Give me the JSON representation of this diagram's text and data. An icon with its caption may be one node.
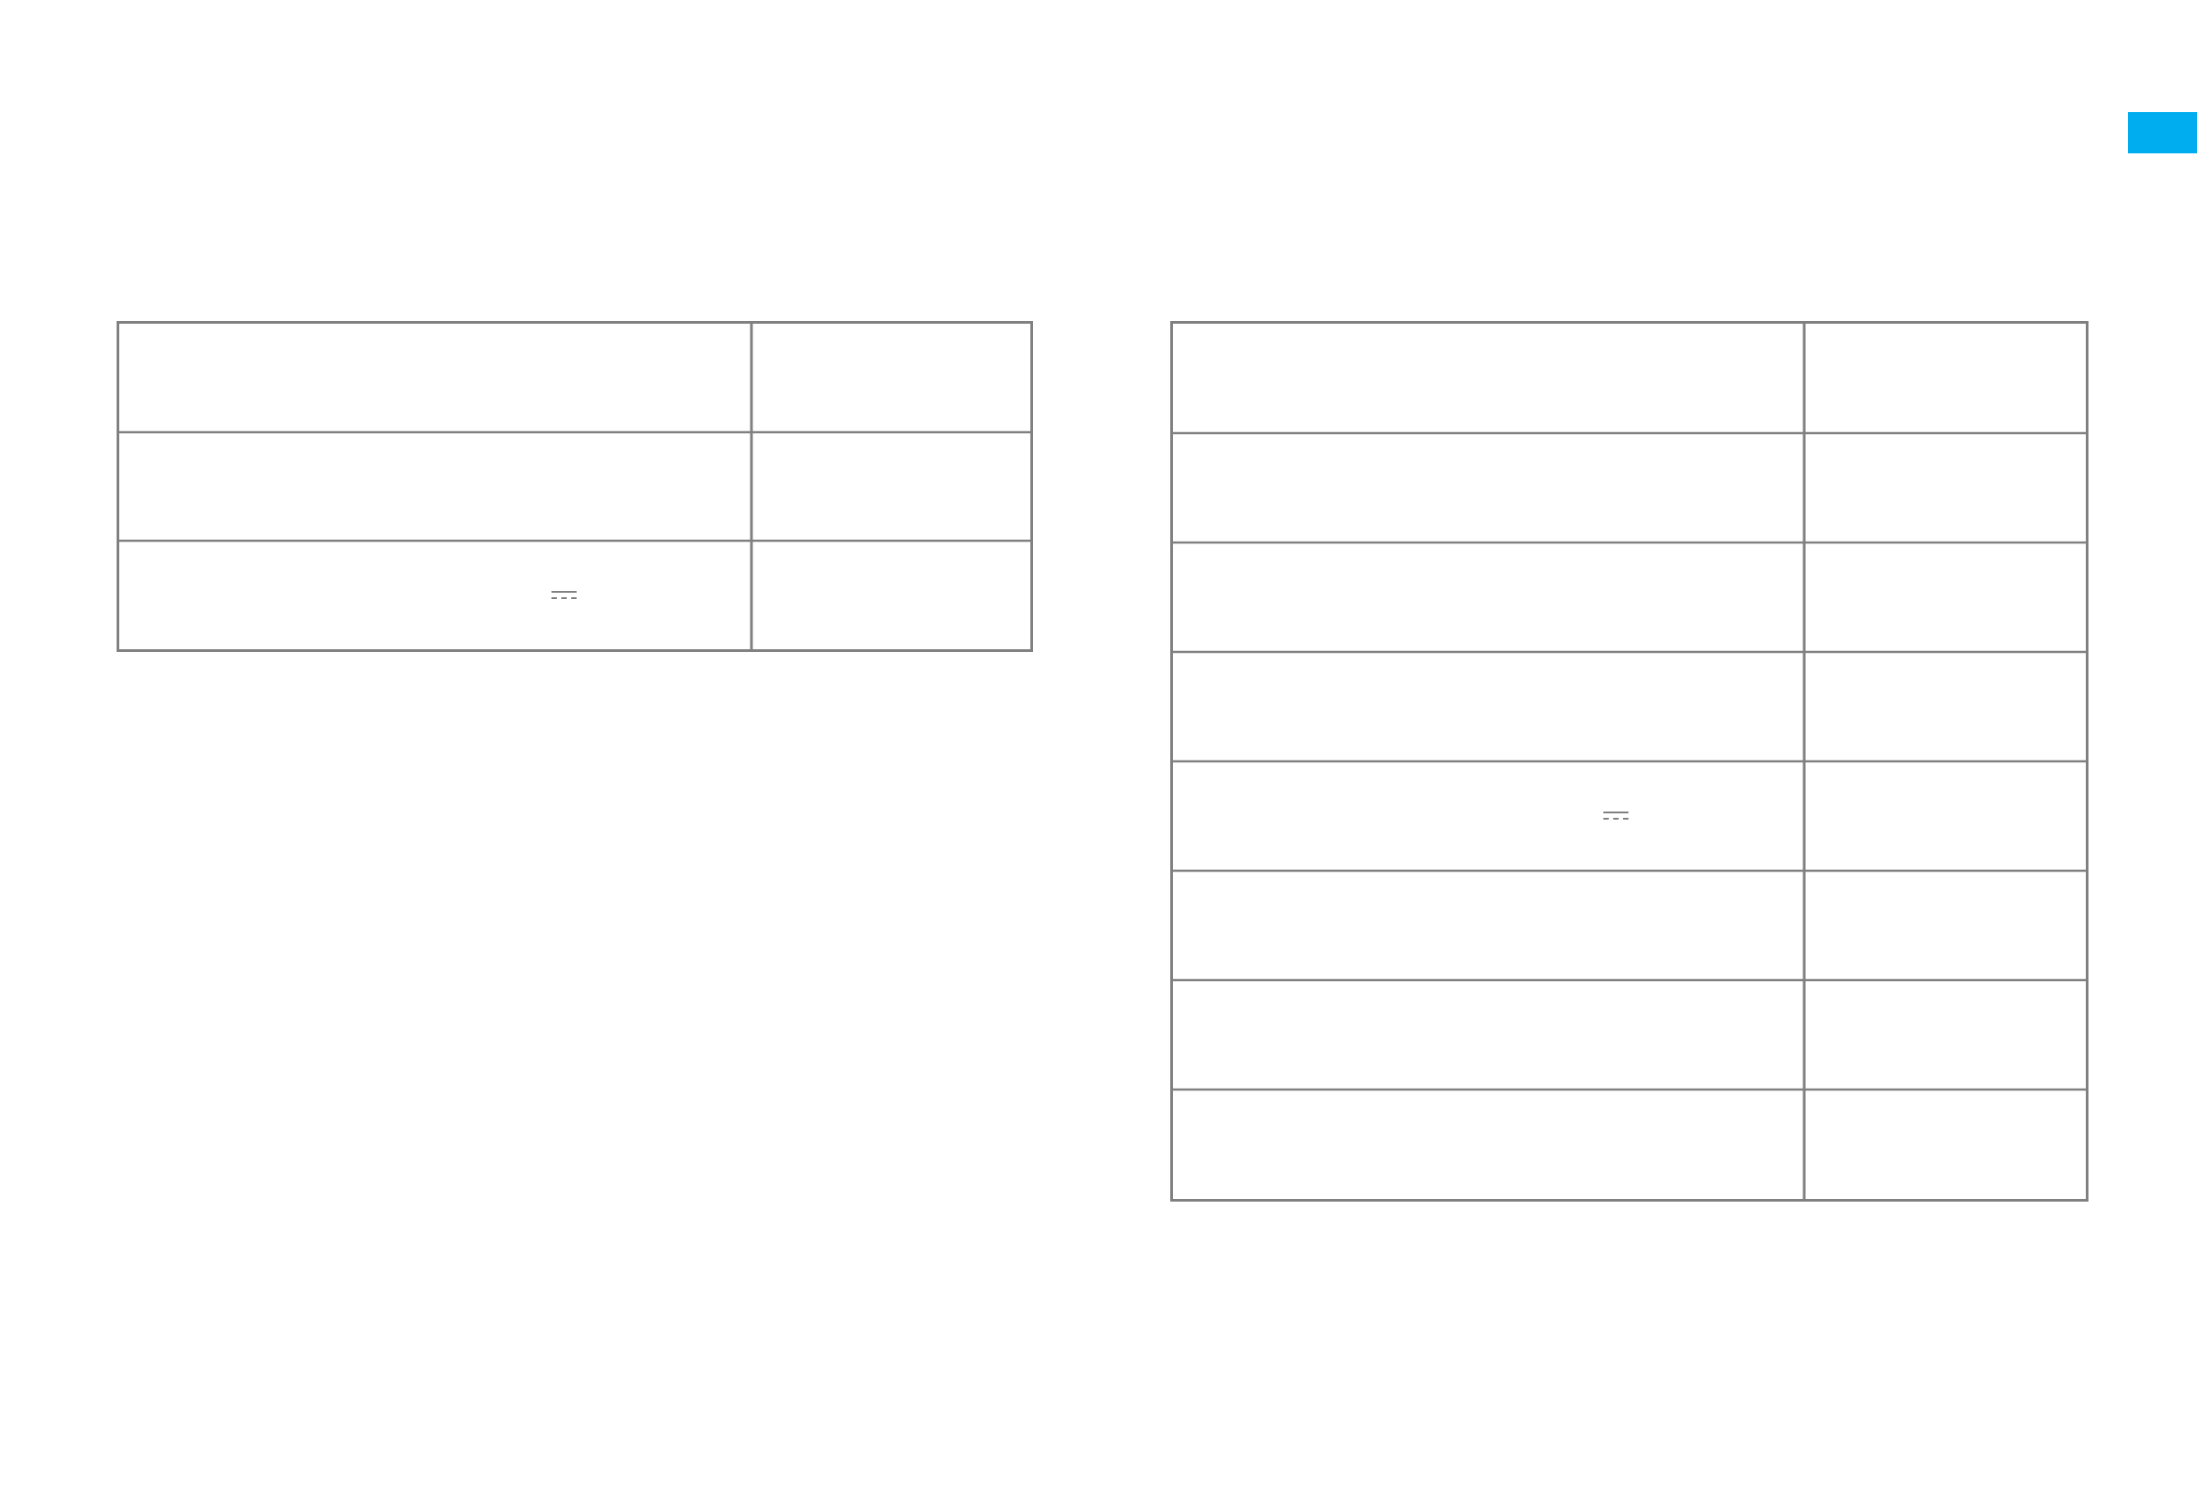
{
  "diagram": {
    "nodes": [
      {
        "text": [],
        "shape": "table"
      },
      {
        "text": [],
        "shape": "table"
      },
      {
        "text": [],
        "shape": "bar"
      }
    ]
  }
}
